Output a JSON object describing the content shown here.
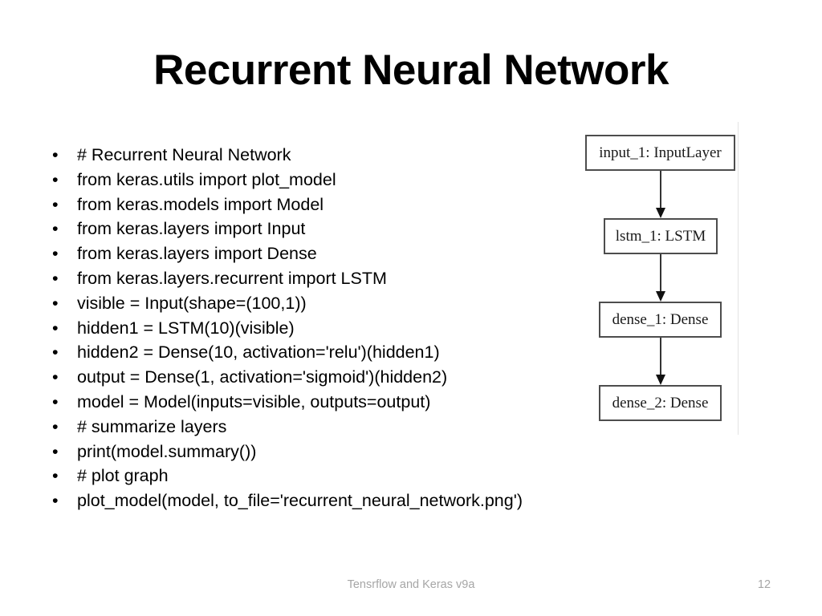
{
  "slide": {
    "title": "Recurrent Neural Network",
    "footer_note": "Tensrflow and Keras v9a",
    "page_number": "12",
    "background_color": "#ffffff",
    "text_color": "#000000",
    "footer_color": "#a6a6a6"
  },
  "code_block": {
    "bullet_glyph": "•",
    "lines": [
      "# Recurrent Neural Network",
      "from keras.utils import plot_model",
      "from keras.models import Model",
      "from keras.layers import Input",
      "from keras.layers import Dense",
      "from keras.layers.recurrent import LSTM",
      "visible = Input(shape=(100,1))",
      "hidden1 = LSTM(10)(visible)",
      "hidden2 = Dense(10, activation='relu')(hidden1)",
      "output = Dense(1, activation='sigmoid')(hidden2)",
      "model = Model(inputs=visible, outputs=output)",
      "# summarize layers",
      "print(model.summary())",
      "# plot graph",
      "plot_model(model, to_file='recurrent_neural_network.png')"
    ]
  },
  "model_diagram": {
    "border_color": "#4d4d4d",
    "arrow_color": "#333333",
    "nodes": [
      {
        "label": "input_1: InputLayer"
      },
      {
        "label": "lstm_1: LSTM"
      },
      {
        "label": "dense_1: Dense"
      },
      {
        "label": "dense_2: Dense"
      }
    ],
    "edges": [
      {
        "from": "input_1: InputLayer",
        "to": "lstm_1: LSTM"
      },
      {
        "from": "lstm_1: LSTM",
        "to": "dense_1: Dense"
      },
      {
        "from": "dense_1: Dense",
        "to": "dense_2: Dense"
      }
    ]
  }
}
